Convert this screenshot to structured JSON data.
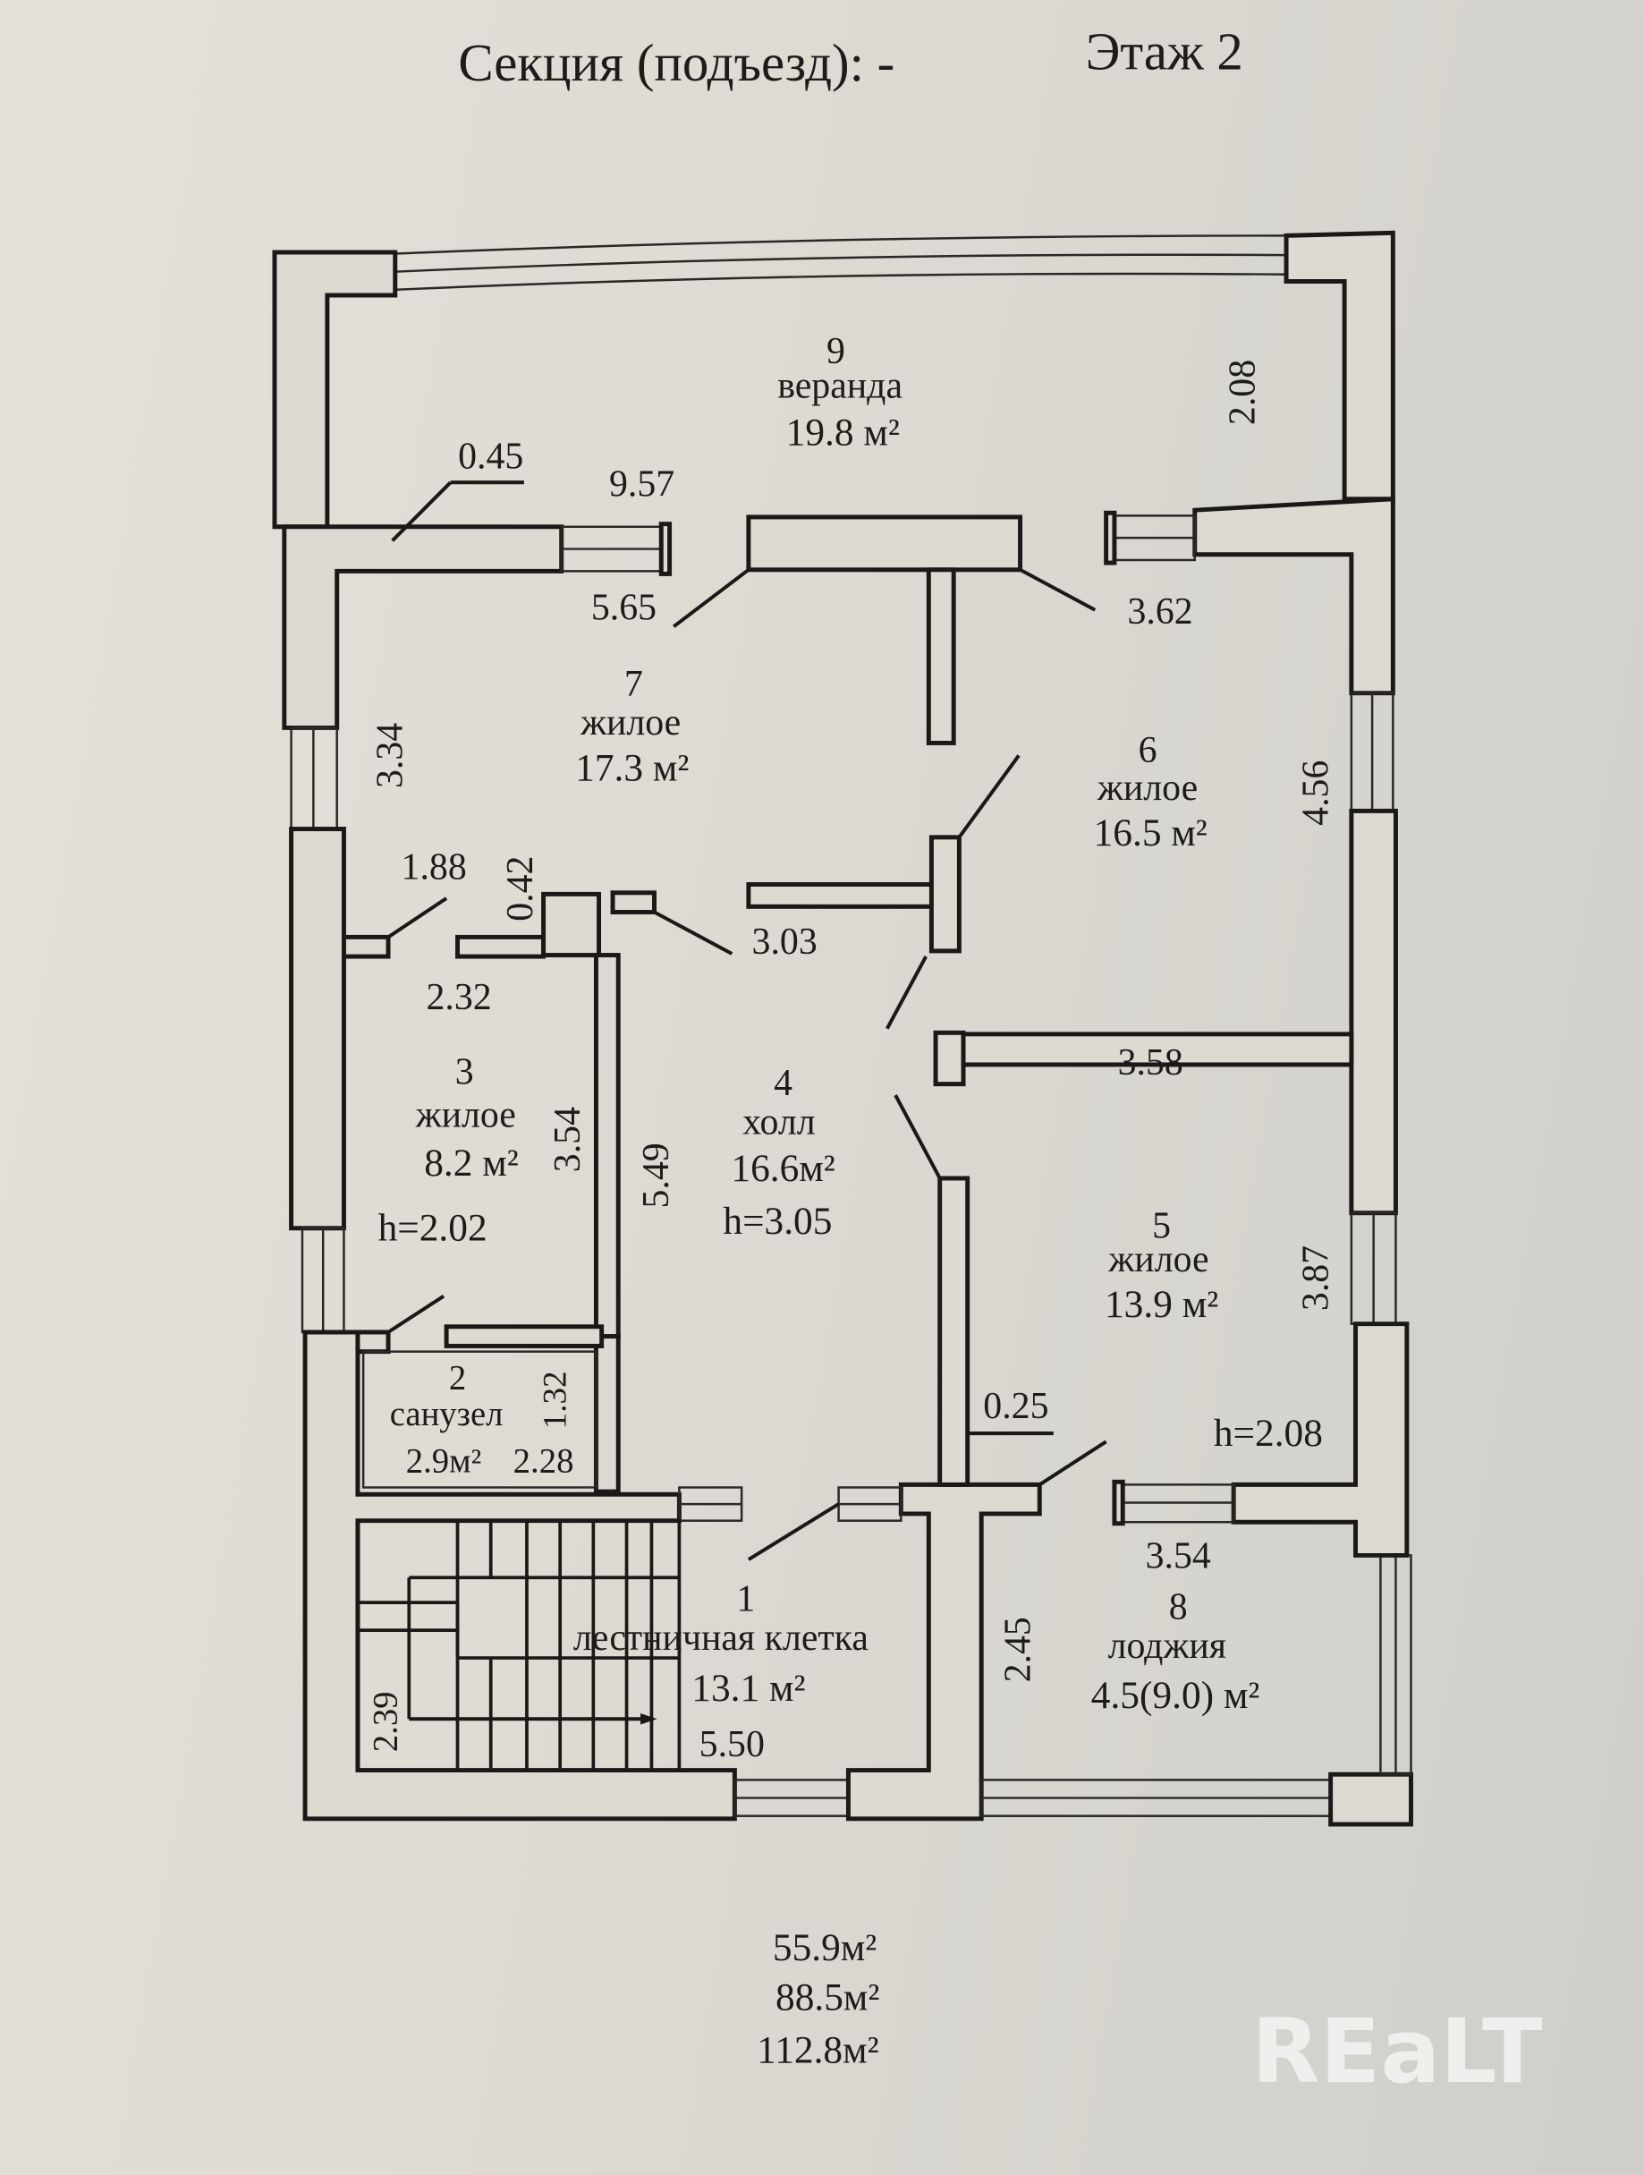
{
  "header": {
    "section_label": "Секция (подъезд): -",
    "floor_label": "Этаж 2"
  },
  "rooms": [
    {
      "id": "room-1",
      "number": "1",
      "name": "лестничная клетка",
      "area": "13.1 м²"
    },
    {
      "id": "room-2",
      "number": "2",
      "name": "санузел",
      "area": "2.9м²"
    },
    {
      "id": "room-3",
      "number": "3",
      "name": "жилое",
      "area": "8.2 м²",
      "height": "h=2.02"
    },
    {
      "id": "room-4",
      "number": "4",
      "name": "холл",
      "area": "16.6м²",
      "height": "h=3.05"
    },
    {
      "id": "room-5",
      "number": "5",
      "name": "жилое",
      "area": "13.9 м²",
      "height": "h=2.08"
    },
    {
      "id": "room-6",
      "number": "6",
      "name": "жилое",
      "area": "16.5 м²"
    },
    {
      "id": "room-7",
      "number": "7",
      "name": "жилое",
      "area": "17.3 м²"
    },
    {
      "id": "room-8",
      "number": "8",
      "name": "лоджия",
      "area": "4.5(9.0) м²"
    },
    {
      "id": "room-9",
      "number": "9",
      "name": "веранда",
      "area": "19.8 м²"
    }
  ],
  "dimensions": {
    "d_045": "0.45",
    "d_957": "9.57",
    "d_565": "5.65",
    "d_362": "3.62",
    "d_208": "2.08",
    "d_334": "3.34",
    "d_456": "4.56",
    "d_188": "1.88",
    "d_042": "0.42",
    "d_303": "3.03",
    "d_232": "2.32",
    "d_354a": "3.54",
    "d_549": "5.49",
    "d_358": "3.58",
    "d_387": "3.87",
    "d_132": "1.32",
    "d_228": "2.28",
    "d_025": "0.25",
    "d_354b": "3.54",
    "d_245": "2.45",
    "d_239": "2.39",
    "d_550": "5.50"
  },
  "totals": {
    "living_area": "55.9м²",
    "total_area": "88.5м²",
    "total_with_outdoor": "112.8м²"
  },
  "watermark": "REaLT"
}
